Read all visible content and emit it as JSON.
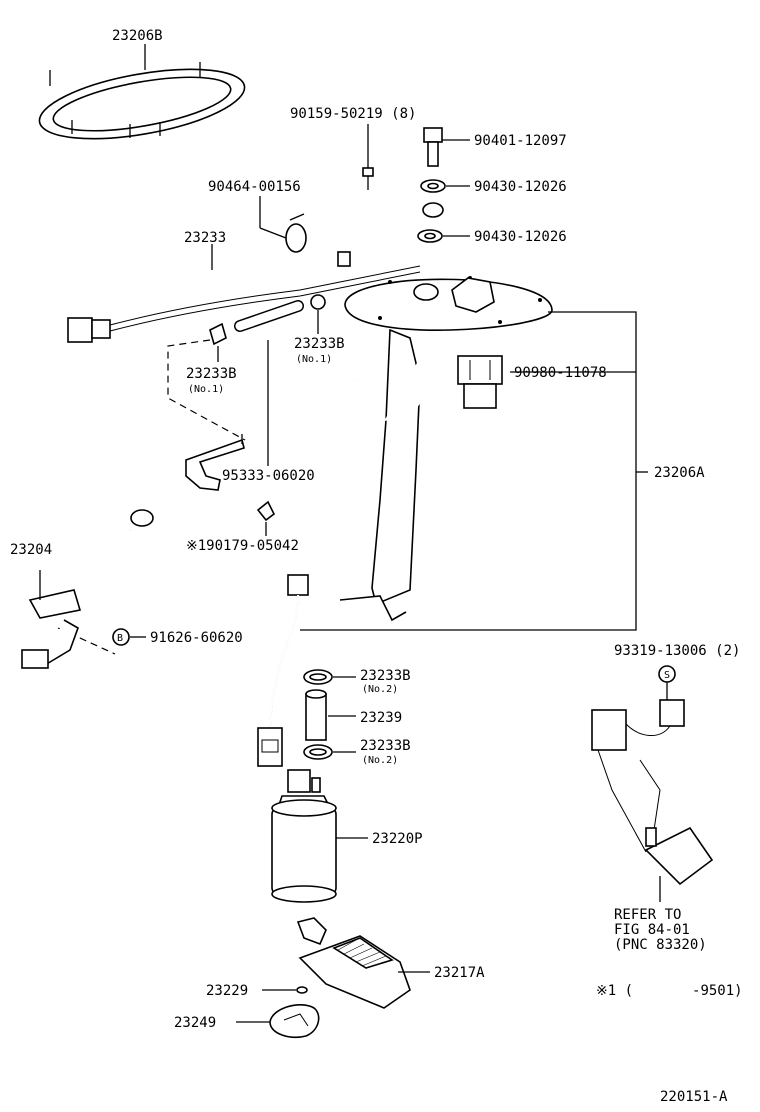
{
  "labels": {
    "l_23206B": "23206B",
    "l_90159": "90159-50219 (8)",
    "l_90401": "90401-12097",
    "l_90430a": "90430-12026",
    "l_90464": "90464-00156",
    "l_90430b": "90430-12026",
    "l_23233": "23233",
    "l_23233B_r": "23233B",
    "l_no1_r": "(No.1)",
    "l_23233B_l": "23233B",
    "l_no1_l": "(No.1)",
    "l_90980": "90980-11078",
    "l_23206A": "23206A",
    "l_95333": "95333-06020",
    "l_190179": "※190179-05042",
    "l_23204": "23204",
    "l_B": "B",
    "l_91626": "91626-60620",
    "l_93319": "93319-13006 (2)",
    "l_S": "S",
    "l_23233B_a": "23233B",
    "l_no2_a": "(No.2)",
    "l_23239": "23239",
    "l_23233B_b": "23233B",
    "l_no2_b": "(No.2)",
    "l_23220P": "23220P",
    "l_refer1": "REFER TO",
    "l_refer2": "FIG 84-01",
    "l_refer3": "(PNC 83320)",
    "l_23217A": "23217A",
    "l_23229": "23229",
    "l_footnote": "※1 (       -9501)",
    "l_23249": "23249",
    "l_fig": "220151-A"
  }
}
